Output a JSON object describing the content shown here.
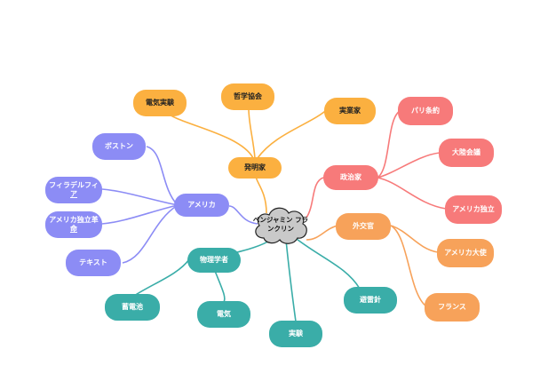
{
  "colors": {
    "orange": "#fbb040",
    "purple": "#8c8cf5",
    "red": "#f77a7a",
    "coral": "#f7a25a",
    "teal": "#3aada8",
    "cloud": "#c9c9c9"
  },
  "center": {
    "line1": "ベンジャミン",
    "line2": "フランクリン"
  },
  "inventor": {
    "label": "発明家",
    "children": [
      "電気実験",
      "哲学協会",
      "実業家"
    ]
  },
  "america": {
    "label": "アメリカ",
    "children": [
      "ボストン",
      "フィラデルフィ",
      "ア",
      "アメリカ独立革",
      "命",
      "テキスト"
    ]
  },
  "politician": {
    "label": "政治家",
    "children": [
      "パリ条約",
      "大陸会議",
      "アメリカ独立"
    ]
  },
  "diplomat": {
    "label": "外交官",
    "children": [
      "アメリカ大使",
      "フランス"
    ]
  },
  "physicist": {
    "label": "物理学者",
    "children": [
      "蓄電池",
      "電気",
      "実験",
      "避雷針"
    ]
  }
}
